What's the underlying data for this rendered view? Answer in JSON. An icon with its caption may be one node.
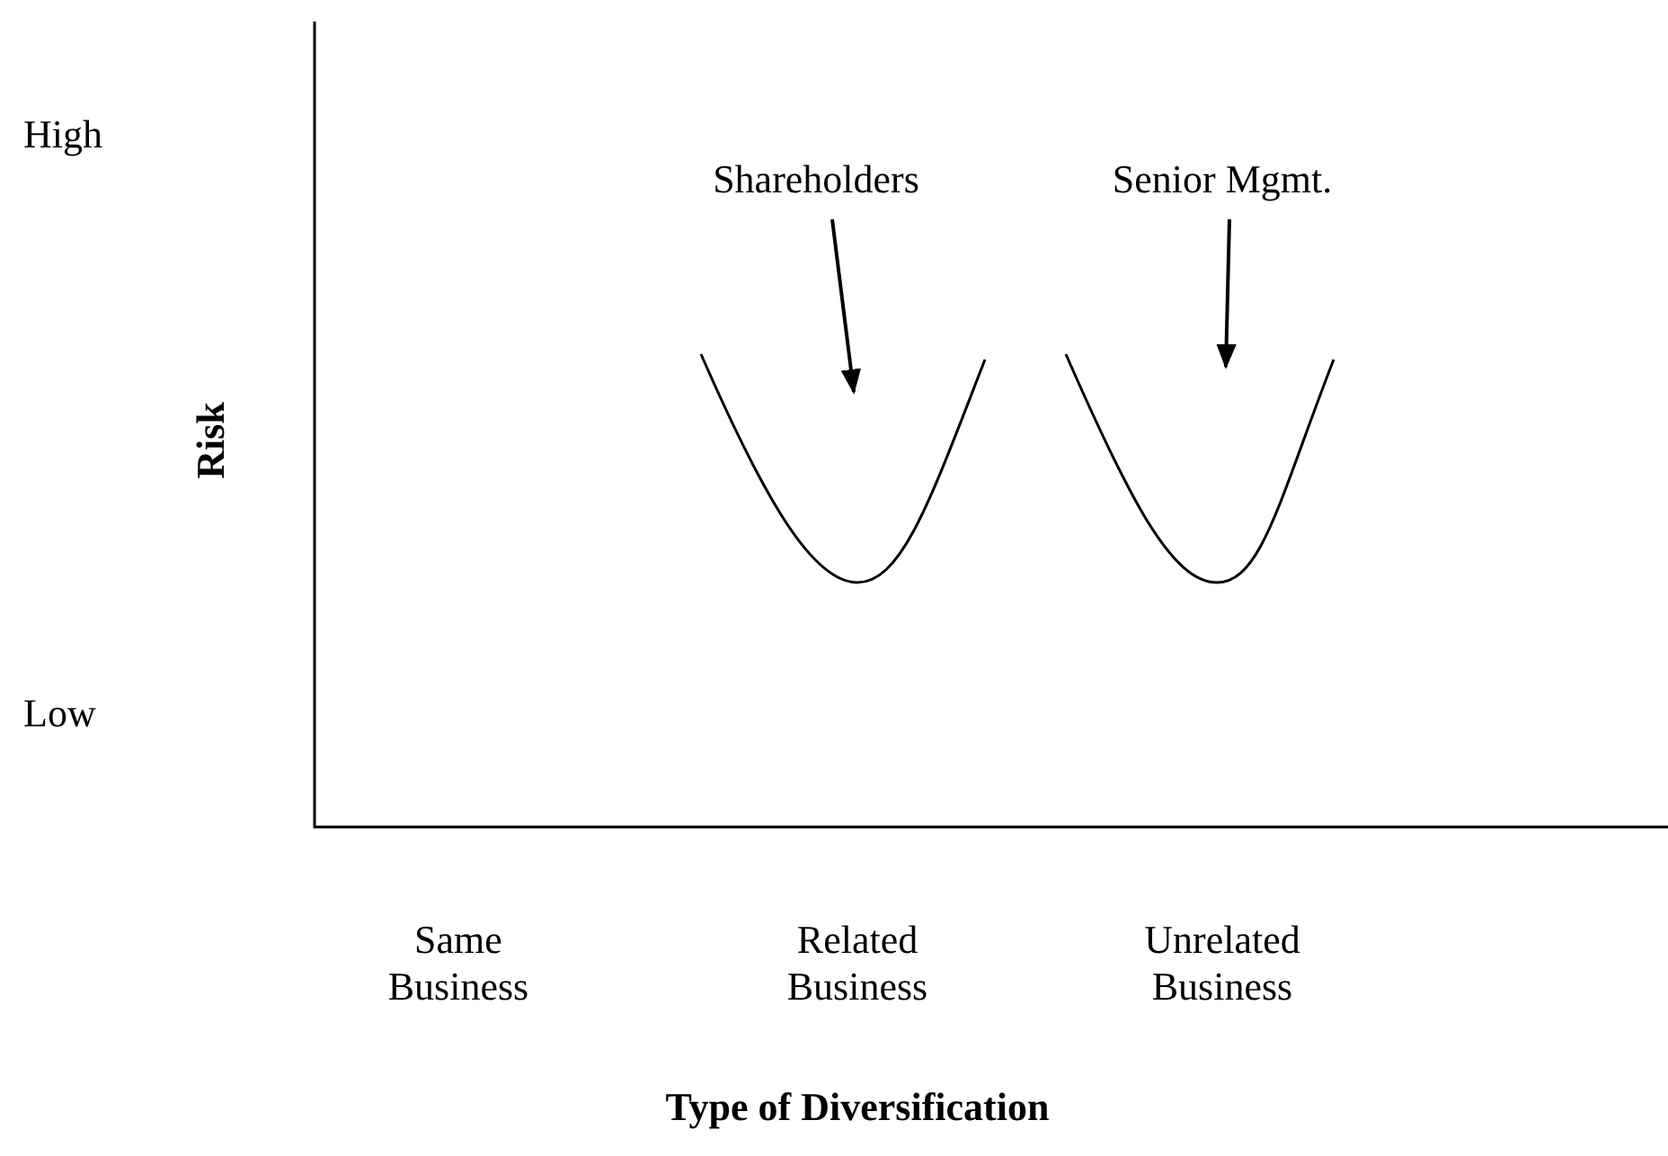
{
  "diagram": {
    "nodes": [
      {
        "text": [
          "Shareholders"
        ]
      },
      {
        "text": [],
        "shape": "curve"
      },
      {
        "text": [
          "Senior Mgmt."
        ]
      },
      {
        "text": [],
        "shape": "curve"
      }
    ],
    "edges": [
      {
        "from": 0,
        "to": 1,
        "arrow": "to"
      },
      {
        "from": 2,
        "to": 3,
        "arrow": "to"
      }
    ],
    "labels": [
      "High",
      "Risk",
      "Low",
      "Same Business",
      "Related Business",
      "Unrelated Business",
      "Type of Diversification"
    ]
  }
}
